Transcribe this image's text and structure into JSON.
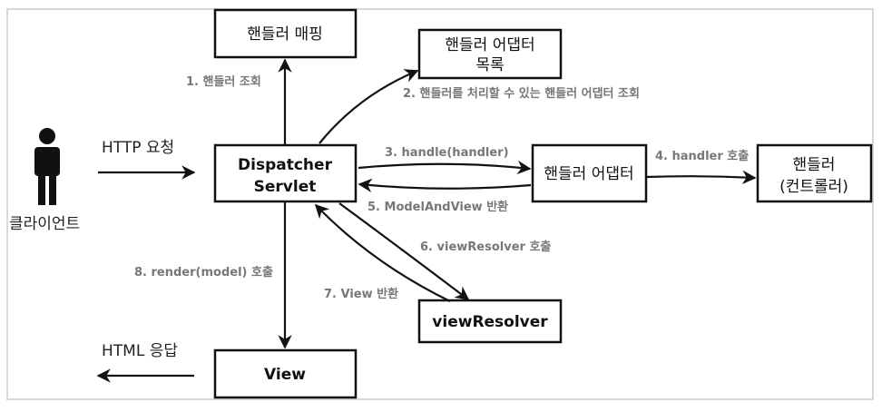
{
  "boxes": {
    "handler_mapping": "핸들러 매핑",
    "adapter_list_line1": "핸들러 어댑터",
    "adapter_list_line2": "목록",
    "dispatcher_line1": "Dispatcher",
    "dispatcher_line2": "Servlet",
    "adapter": "핸들러 어댑터",
    "handler_line1": "핸들러",
    "handler_line2": "(컨트롤러)",
    "view_resolver": "viewResolver",
    "view": "View"
  },
  "client_label": "클라이언트",
  "request_label": "HTTP 요청",
  "response_label": "HTML 응답",
  "steps": {
    "s1": "1. 핸들러 조회",
    "s2": "2. 핸들러를 처리할 수 있는 핸들러 어댑터 조회",
    "s3": "3. handle(handler)",
    "s4": "4. handler 호출",
    "s5": "5. ModelAndView 반환",
    "s6": "6. viewResolver 호출",
    "s7": "7. View 반환",
    "s8": "8. render(model) 호출"
  },
  "colors": {
    "line": "#111111",
    "step_label": "#777777",
    "frame": "#d8d8d8"
  }
}
